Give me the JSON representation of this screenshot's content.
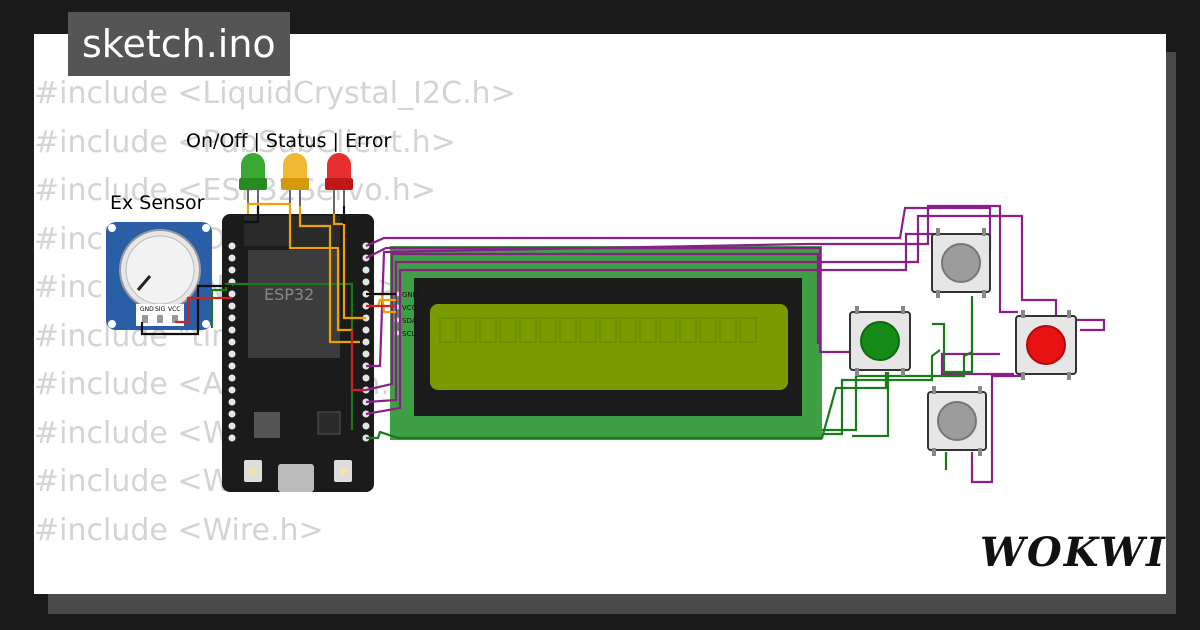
{
  "file_tab": {
    "label": "sketch.ino"
  },
  "code_lines": [
    "#include <LiquidCrystal_I2C.h>",
    "#include <PubSubClient.h>",
    "#include <ESP32Servo.h>",
    "#include <DHTesp.h>",
    "#include <NTPClient.h>",
    "#include \"time.h\"",
    "#include <ArduinoJson.h>",
    "#include <WiFiUdp.h>",
    "#include <WiFi.h>",
    "#include <Wire.h>"
  ],
  "labels": {
    "leds": "On/Off | Status | Error",
    "sensor": "Ex Sensor",
    "esp32_chip": "ESP32",
    "lcd_pins": [
      "GND",
      "VCC",
      "SDA",
      "SCL"
    ],
    "sensor_pins": [
      "GND",
      "SIG",
      "VCC"
    ]
  },
  "brand": {
    "logo": "WOKWI"
  },
  "colors": {
    "wire_purple": "#8a1f8a",
    "wire_green": "#1a7a1a",
    "wire_orange": "#f0a000",
    "lcd_green": "#3f9f44",
    "lcd_screen": "#7a9a00",
    "led_green": "#2e9e2e",
    "led_yellow": "#e7b21e",
    "led_red": "#e02020",
    "button_green": "#168a16",
    "button_red": "#e01010"
  }
}
